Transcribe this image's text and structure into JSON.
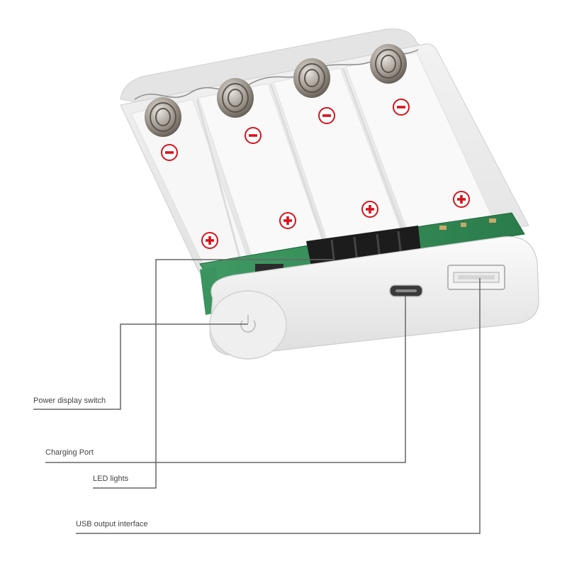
{
  "annotations": [
    {
      "id": "power",
      "text": "Power display switch"
    },
    {
      "id": "charge",
      "text": "Charging Port"
    },
    {
      "id": "led",
      "text": "LED lights"
    },
    {
      "id": "usb",
      "text": "USB output interface"
    }
  ],
  "terminal_signs": [
    {
      "polarity": "negative",
      "slot": 1
    },
    {
      "polarity": "negative",
      "slot": 2
    },
    {
      "polarity": "negative",
      "slot": 3
    },
    {
      "polarity": "negative",
      "slot": 4
    },
    {
      "polarity": "positive",
      "slot": 1
    },
    {
      "polarity": "positive",
      "slot": 2
    },
    {
      "polarity": "positive",
      "slot": 3
    },
    {
      "polarity": "positive",
      "slot": 4
    }
  ],
  "colors": {
    "sign": "#d8121b",
    "leader_line": "#666666",
    "label_text": "#444444",
    "casing": "#eeeeee",
    "pcb": "#2f8a55"
  }
}
